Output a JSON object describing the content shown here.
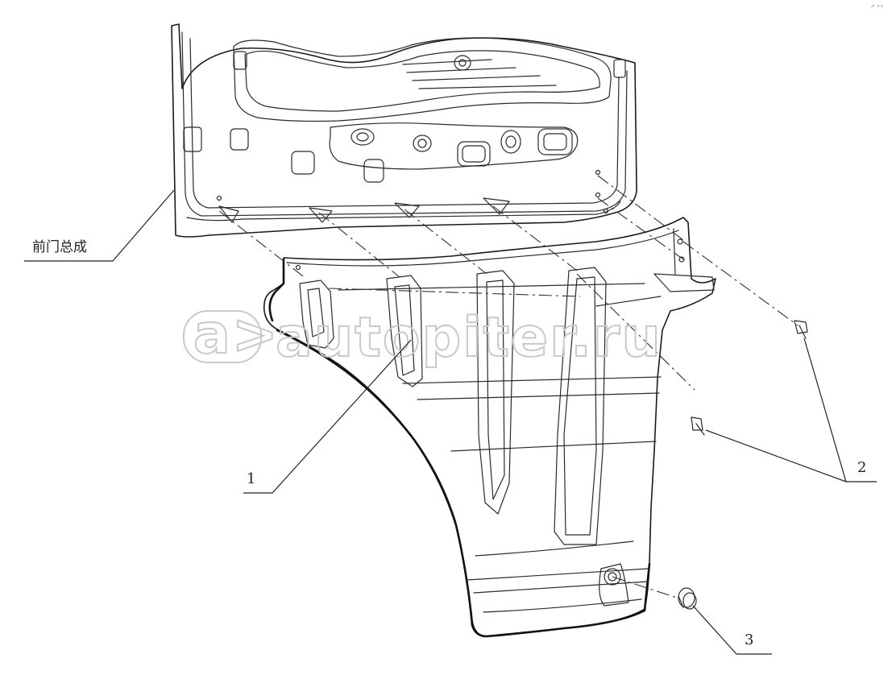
{
  "callouts": {
    "front_door_assembly": "前门总成",
    "part_1": "1",
    "part_2": "2",
    "part_3": "3"
  },
  "watermark": {
    "logo_glyph": "a>",
    "text": "autopiter.ru"
  },
  "corner_mark": "↗ ••"
}
